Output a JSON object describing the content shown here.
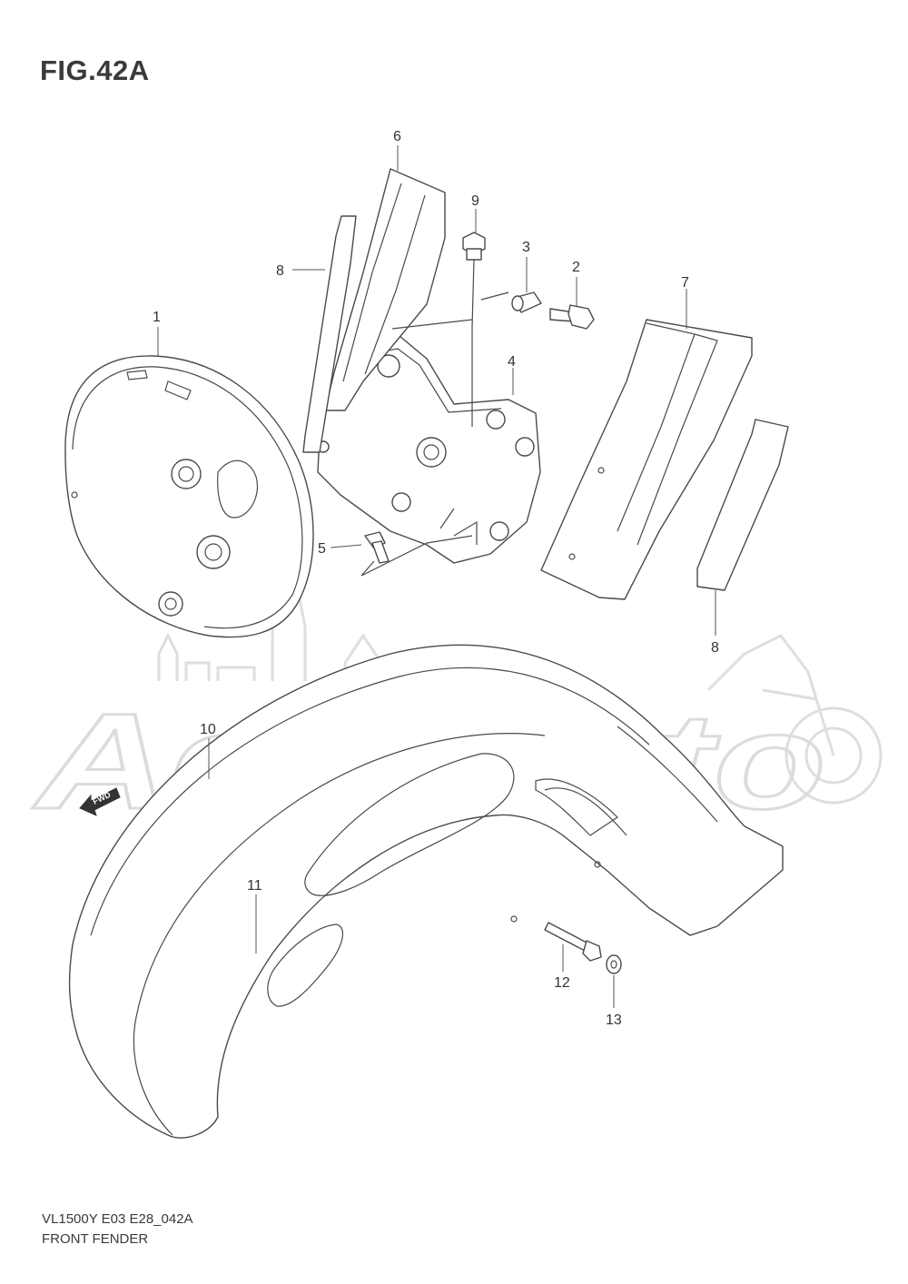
{
  "figure": {
    "title": "FIG.42A",
    "model_code": "VL1500Y  E03  E28_042A",
    "section_name": "FRONT FENDER"
  },
  "watermark": {
    "text": "AchMoto"
  },
  "fwd_label": "FWD",
  "callouts": [
    "1",
    "2",
    "3",
    "4",
    "5",
    "6",
    "7",
    "8",
    "8",
    "9",
    "10",
    "11",
    "12",
    "13"
  ],
  "colors": {
    "line": "#4a4a4a",
    "watermark": "#dcdcdc",
    "text": "#3a3a3a"
  }
}
